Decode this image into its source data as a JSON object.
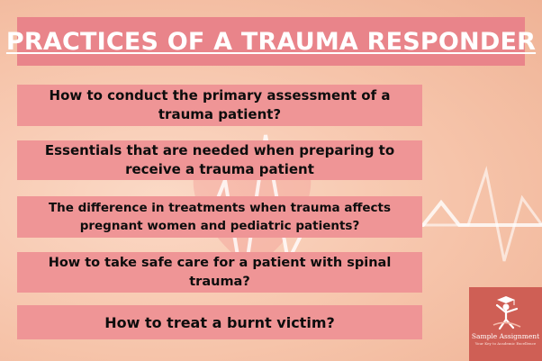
{
  "title": "PRACTICES OF A TRAUMA RESPONDER",
  "items": [
    {
      "text": "How to conduct the primary assessment of a trauma patient?"
    },
    {
      "text": "Essentials that are needed when preparing to receive a trauma patient"
    },
    {
      "text": "The difference in treatments when trauma affects pregnant women and pediatric patients?"
    },
    {
      "text": "How to take safe care for a patient with spinal trauma?"
    },
    {
      "text": "How to treat a burnt victim?"
    }
  ],
  "logo": {
    "name": "Sample Assignment",
    "tagline": "Your Key to Academic Excellence"
  },
  "colors": {
    "background": "#f7c9b2",
    "title_box": "#e9848a",
    "item_box": "#ef9596",
    "logo_box": "#cf5f55"
  }
}
